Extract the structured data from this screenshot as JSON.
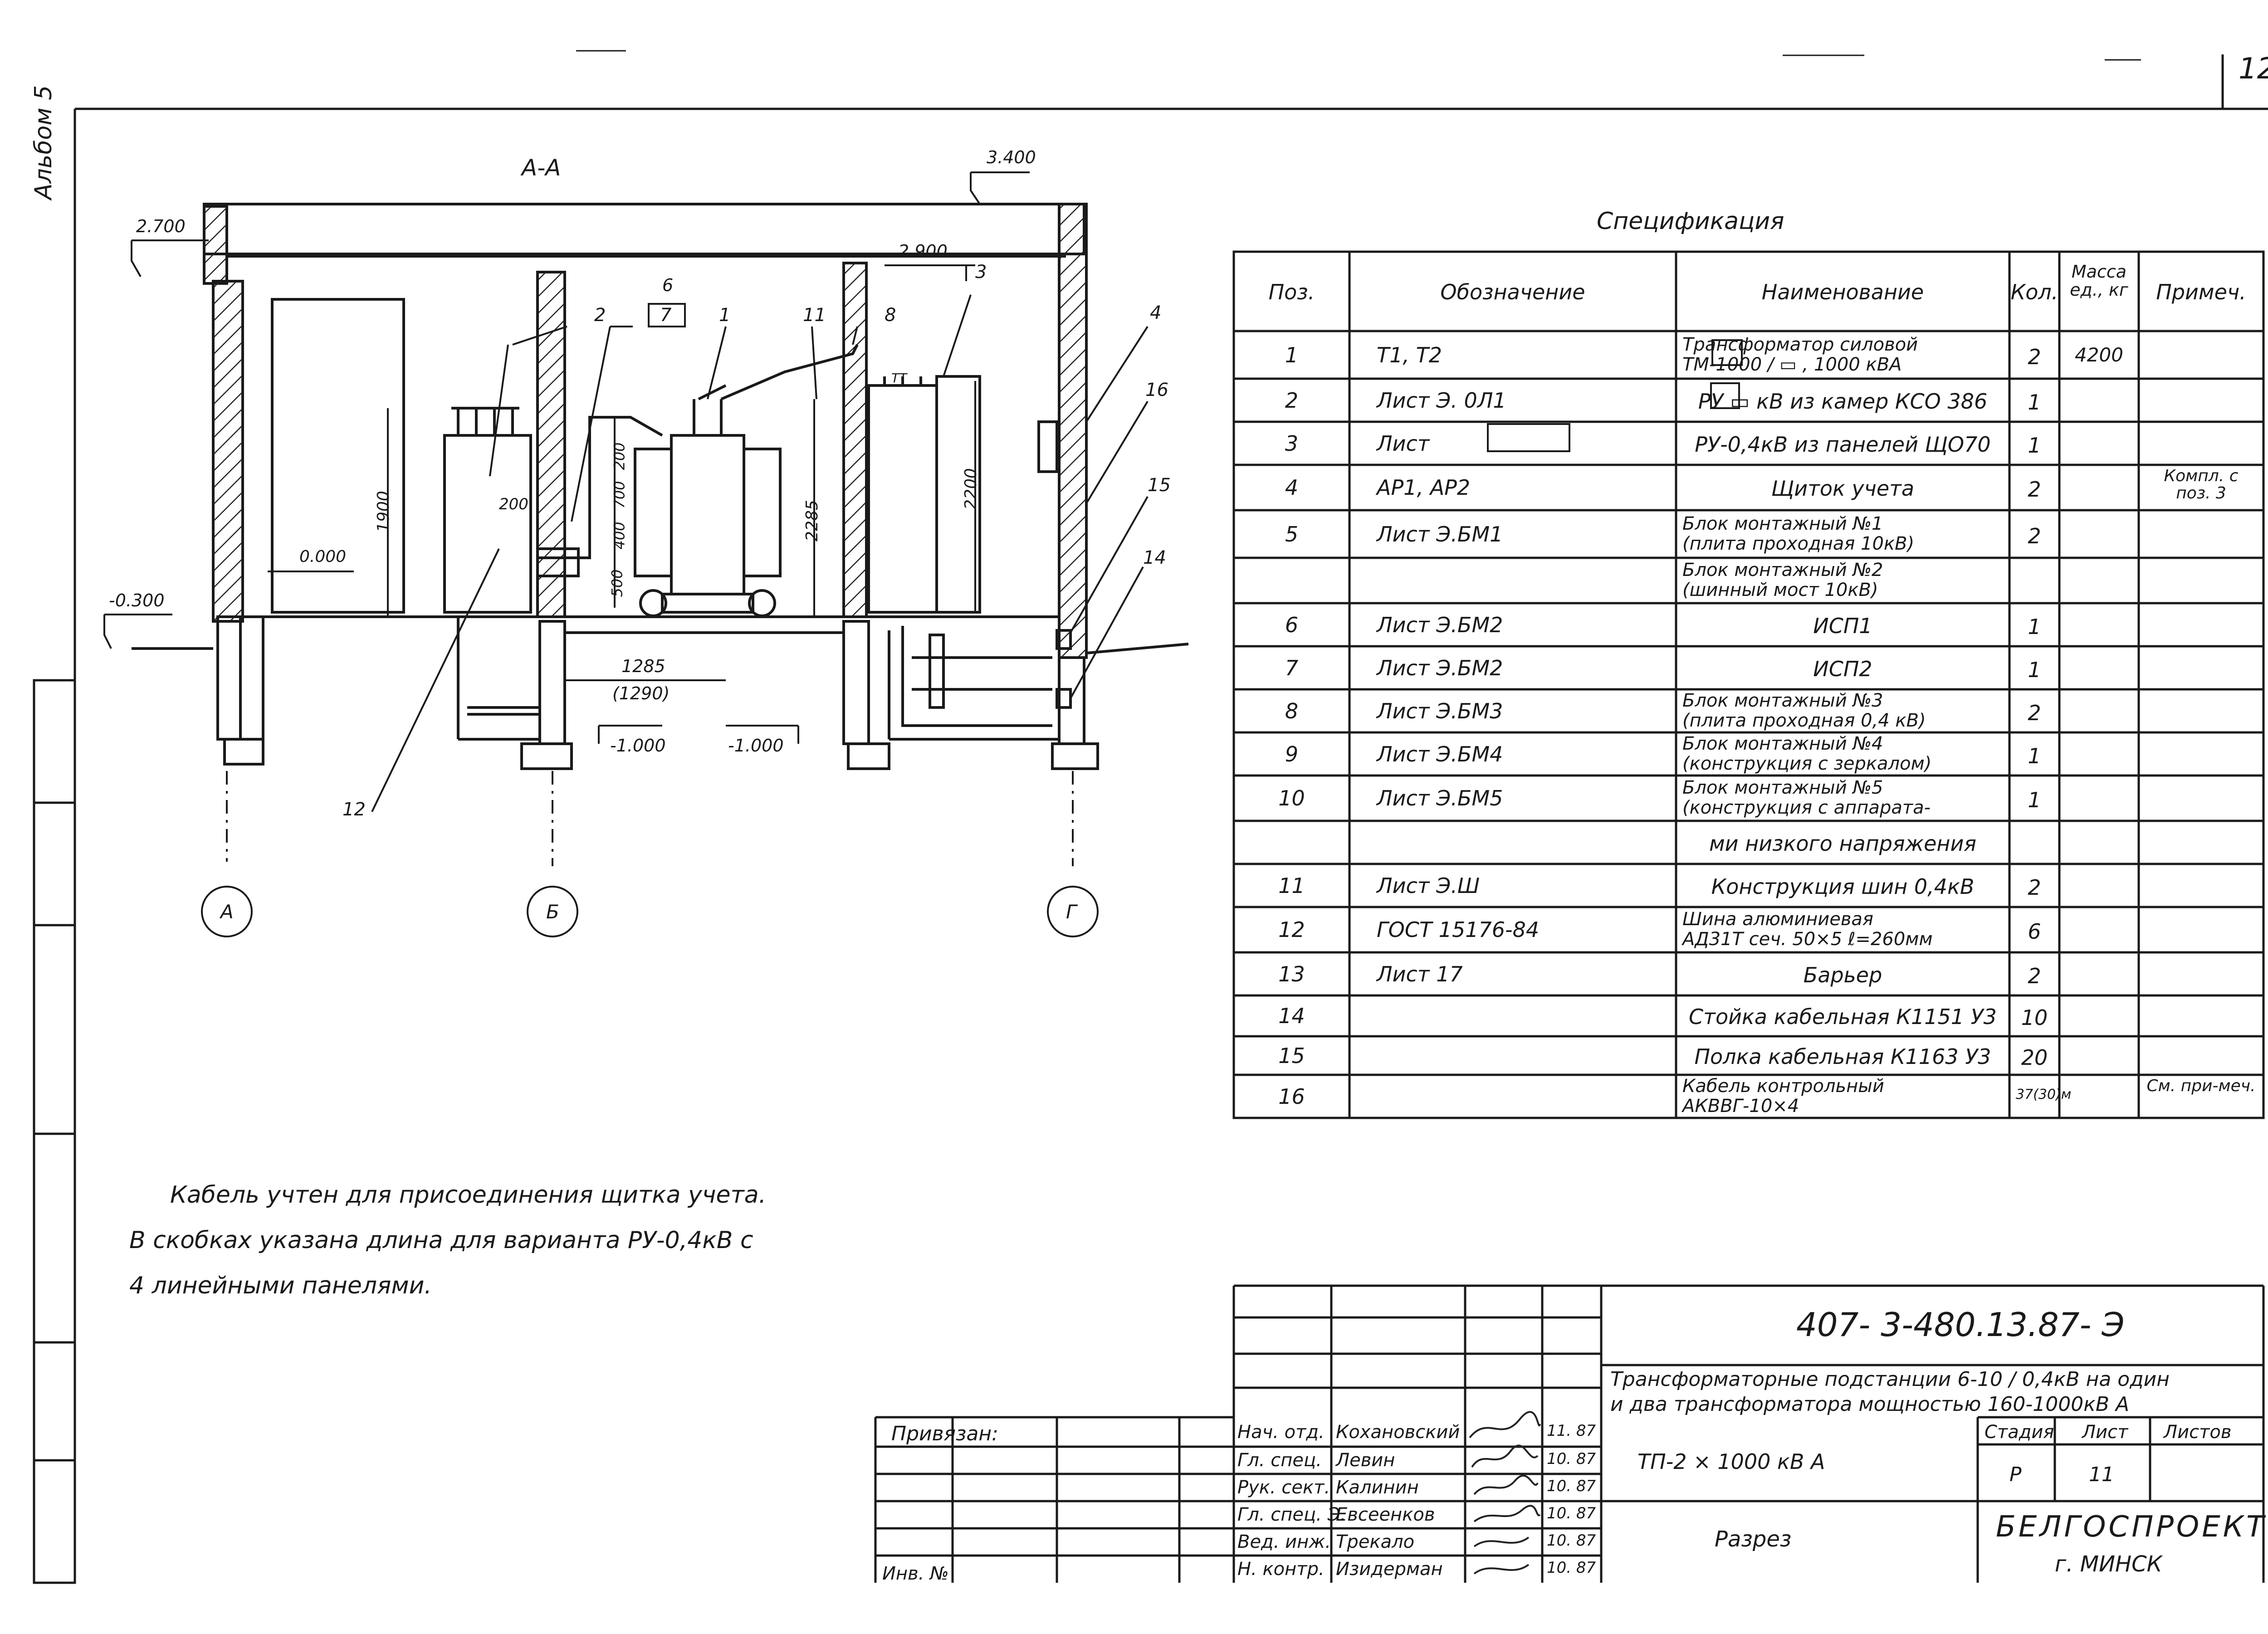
{
  "page_number": "12",
  "album": "Альбом 5",
  "section": {
    "title": "А-А",
    "levels": [
      "3.400",
      "2.700",
      "2.900",
      "0.000",
      "-0.300",
      "-1.000",
      "-1.000"
    ],
    "dims": [
      "1900",
      "200",
      "200",
      "700",
      "400",
      "500",
      "2285",
      "2200",
      "1285",
      "(1290)"
    ],
    "axes": [
      "А",
      "Б",
      "Г"
    ],
    "callouts": [
      "2",
      "6",
      "7",
      "1",
      "11",
      "8",
      "3",
      "4",
      "16",
      "15",
      "14",
      "12"
    ],
    "busbar_label": "ТТ"
  },
  "spec": {
    "title": "Спецификация",
    "headers": [
      "Поз.",
      "Обозначение",
      "Наименование",
      "Кол.",
      "Масса ед., кг",
      "Примеч."
    ],
    "rows": [
      {
        "pos": "1",
        "desig": "Т1, Т2",
        "name": [
          "Трансформатор силовой",
          "ТМ-1000 / ▭ , 1000 кВА"
        ],
        "qty": "2",
        "mass": "4200",
        "note": ""
      },
      {
        "pos": "2",
        "desig": "Лист     Э. 0Л1",
        "name": [
          "РУ ▭ кВ из камер КСО 386"
        ],
        "qty": "1",
        "mass": "",
        "note": ""
      },
      {
        "pos": "3",
        "desig": "Лист",
        "name": [
          "РУ-0,4кВ из панелей ЩО70"
        ],
        "qty": "1",
        "mass": "",
        "note": ""
      },
      {
        "pos": "4",
        "desig": "АР1, АР2",
        "name": [
          "Щиток учета"
        ],
        "qty": "2",
        "mass": "",
        "note": "Компл. с поз. 3"
      },
      {
        "pos": "5",
        "desig": "Лист  Э.БМ1",
        "name": [
          "Блок монтажный №1",
          "(плита проходная 10кВ)"
        ],
        "qty": "2",
        "mass": "",
        "note": ""
      },
      {
        "pos": "",
        "desig": "",
        "name": [
          "Блок монтажный №2",
          "(шинный мост 10кВ)"
        ],
        "qty": "",
        "mass": "",
        "note": ""
      },
      {
        "pos": "6",
        "desig": "Лист  Э.БМ2",
        "name": [
          "ИСП1"
        ],
        "qty": "1",
        "mass": "",
        "note": ""
      },
      {
        "pos": "7",
        "desig": "Лист  Э.БМ2",
        "name": [
          "ИСП2"
        ],
        "qty": "1",
        "mass": "",
        "note": ""
      },
      {
        "pos": "8",
        "desig": "Лист  Э.БМ3",
        "name": [
          "Блок монтажный №3",
          "(плита проходная 0,4 кВ)"
        ],
        "qty": "2",
        "mass": "",
        "note": ""
      },
      {
        "pos": "9",
        "desig": "Лист  Э.БМ4",
        "name": [
          "Блок монтажный №4",
          "(конструкция с зеркалом)"
        ],
        "qty": "1",
        "mass": "",
        "note": ""
      },
      {
        "pos": "10",
        "desig": "Лист  Э.БМ5",
        "name": [
          "Блок монтажный №5",
          "(конструкция с аппарата-"
        ],
        "qty": "1",
        "mass": "",
        "note": ""
      },
      {
        "pos": "",
        "desig": "",
        "name": [
          "ми низкого напряжения"
        ],
        "qty": "",
        "mass": "",
        "note": ""
      },
      {
        "pos": "11",
        "desig": "Лист  Э.Ш",
        "name": [
          "Конструкция шин 0,4кВ"
        ],
        "qty": "2",
        "mass": "",
        "note": ""
      },
      {
        "pos": "12",
        "desig": "ГОСТ 15176-84",
        "name": [
          "Шина алюминиевая",
          "АД31Т сеч. 50×5 ℓ=260мм"
        ],
        "qty": "6",
        "mass": "",
        "note": ""
      },
      {
        "pos": "13",
        "desig": "Лист  17",
        "name": [
          "Барьер"
        ],
        "qty": "2",
        "mass": "",
        "note": ""
      },
      {
        "pos": "14",
        "desig": "",
        "name": [
          "Стойка кабельная К1151 У3"
        ],
        "qty": "10",
        "mass": "",
        "note": ""
      },
      {
        "pos": "15",
        "desig": "",
        "name": [
          "Полка кабельная К1163 У3"
        ],
        "qty": "20",
        "mass": "",
        "note": ""
      },
      {
        "pos": "16",
        "desig": "",
        "name": [
          "Кабель контрольный",
          "АКВВГ-10×4"
        ],
        "qty": "37(30)м",
        "mass": "",
        "note": "См. при-меч."
      }
    ]
  },
  "notes": [
    "Кабель учтен для присоединения щитка учета.",
    "В скобках указана длина для варианта РУ-0,4кВ с",
    "4 линейными панелями."
  ],
  "title_block": {
    "code": "407- 3-480.13.87- Э",
    "description": [
      "Трансформаторные подстанции 6-10 / 0,4кВ на один",
      "и два трансформатора мощностью 160-1000кВ А"
    ],
    "object": "ТП-2 × 1000 кВ А",
    "sheet_title": "Разрез",
    "stage_label": "Стадия",
    "sheet_label": "Лист",
    "sheets_label": "Листов",
    "stage": "Р",
    "sheet": "11",
    "org": [
      "БЕЛГОСПРОЕКТ",
      "г. МИНСК"
    ],
    "privyazan": "Привязан:",
    "inv": "Инв. №",
    "staff": [
      {
        "role": "Нач. отд.",
        "name": "Кохановский",
        "date": "11. 87"
      },
      {
        "role": "Гл. спец.",
        "name": "Левин",
        "date": "10. 87"
      },
      {
        "role": "Рук. сект.",
        "name": "Калинин",
        "date": "10. 87"
      },
      {
        "role": "Гл. спец. Э.",
        "name": "Евсеенков",
        "date": "10. 87"
      },
      {
        "role": "Вед. инж.",
        "name": "Трекало",
        "date": "10. 87"
      },
      {
        "role": "Н. контр.",
        "name": "Изидерман",
        "date": "10. 87"
      }
    ]
  }
}
